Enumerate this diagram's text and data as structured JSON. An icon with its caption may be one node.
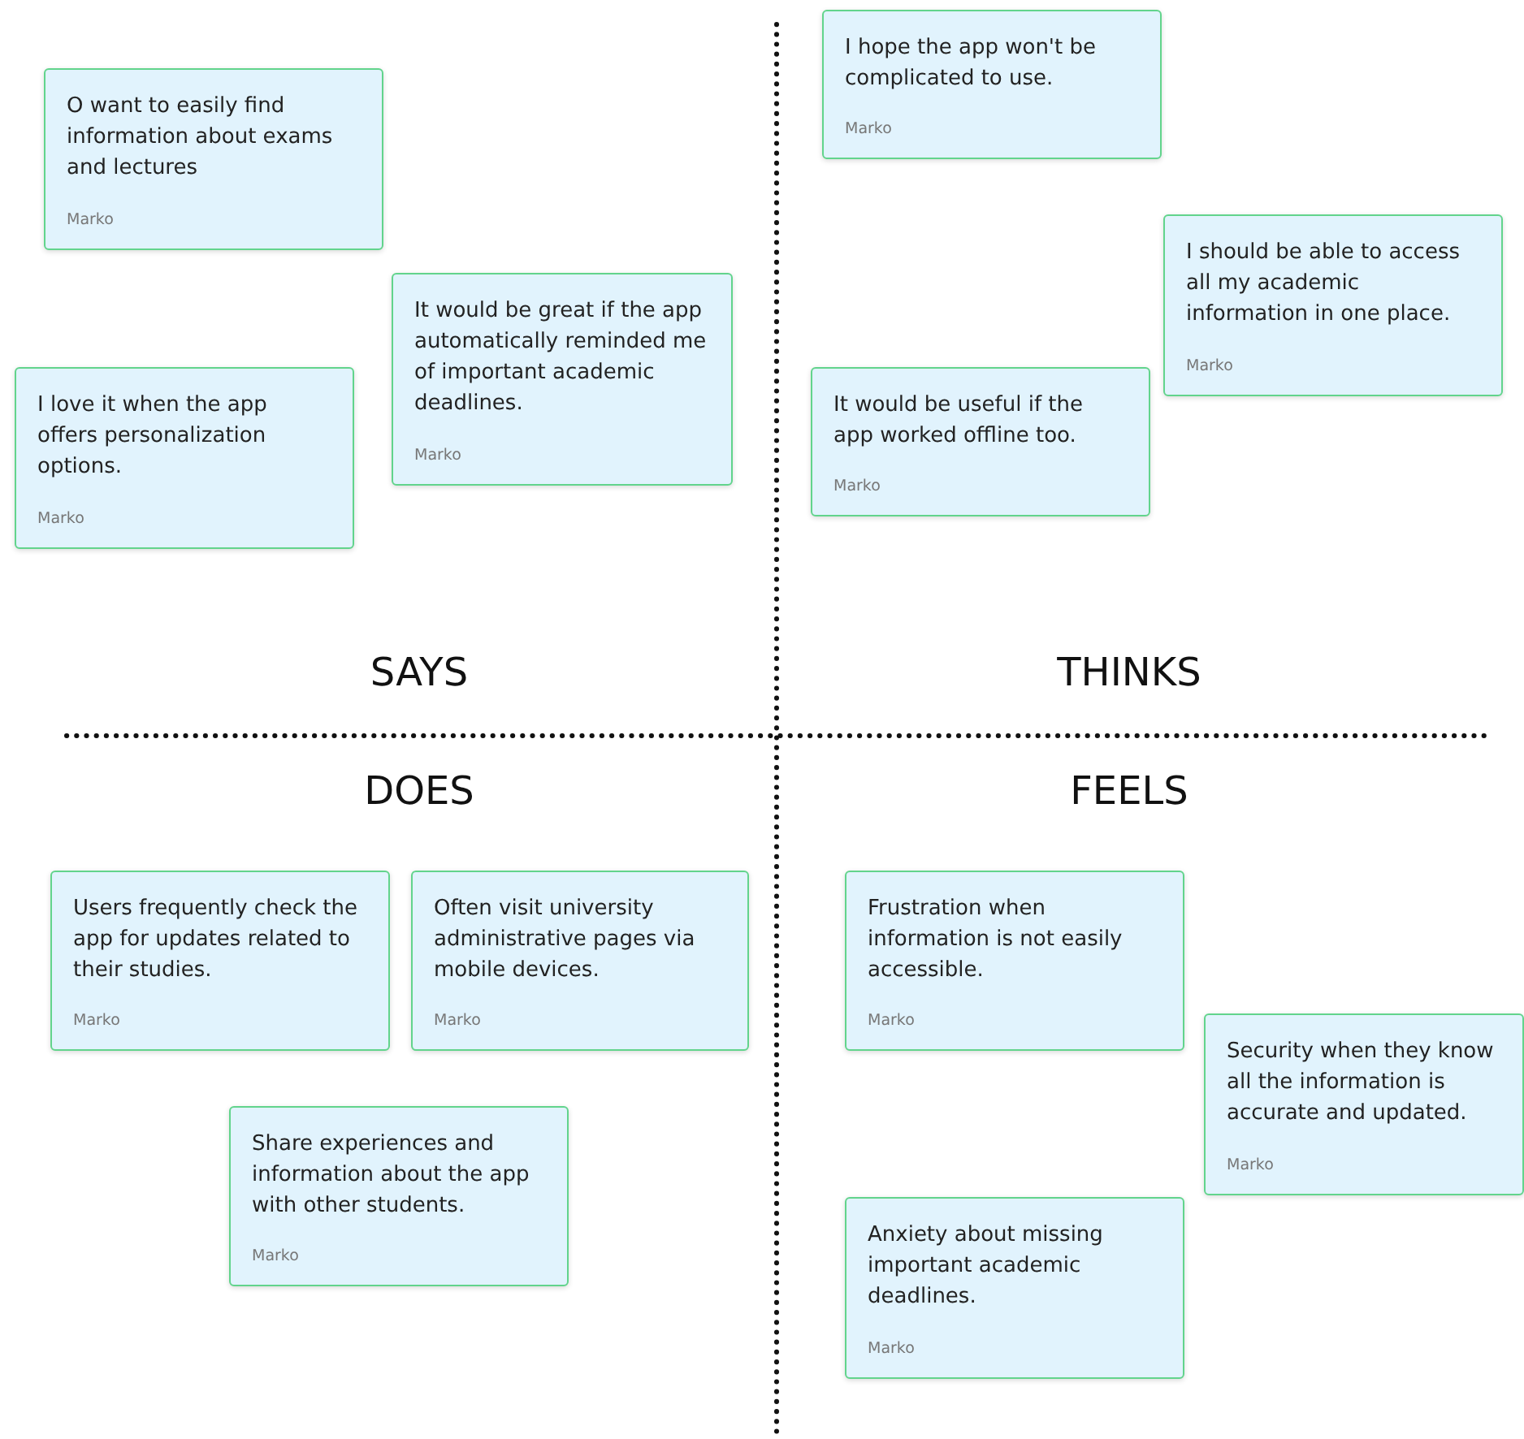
{
  "diagram": {
    "nodes": [
      {
        "text": [
          "O want to easily find information about exams and lectures",
          "Marko"
        ]
      },
      {
        "text": [
          "It would be great if the app automatically reminded me of important academic deadlines.",
          "Marko"
        ]
      },
      {
        "text": [
          "I love it when the app offers personalization options.",
          "Marko"
        ]
      },
      {
        "text": [
          "I hope the app won't be complicated to use.",
          "Marko"
        ]
      },
      {
        "text": [
          "I should be able to access all my academic information in one place.",
          "Marko"
        ]
      },
      {
        "text": [
          "It would be useful if the app worked offline too.",
          "Marko"
        ]
      },
      {
        "text": [
          "Users frequently check the app for updates related to their studies.",
          "Marko"
        ]
      },
      {
        "text": [
          "Often visit university administrative pages via mobile devices.",
          "Marko"
        ]
      },
      {
        "text": [
          "Share experiences and information about the app with other students.",
          "Marko"
        ]
      },
      {
        "text": [
          "Frustration when information is not easily accessible.",
          "Marko"
        ]
      },
      {
        "text": [
          "Security when they know all the information is accurate and updated.",
          "Marko"
        ]
      },
      {
        "text": [
          "Anxiety about missing important academic deadlines.",
          "Marko"
        ]
      }
    ],
    "labels": [
      "SAYS",
      "THINKS",
      "DOES",
      "FEELS"
    ]
  }
}
